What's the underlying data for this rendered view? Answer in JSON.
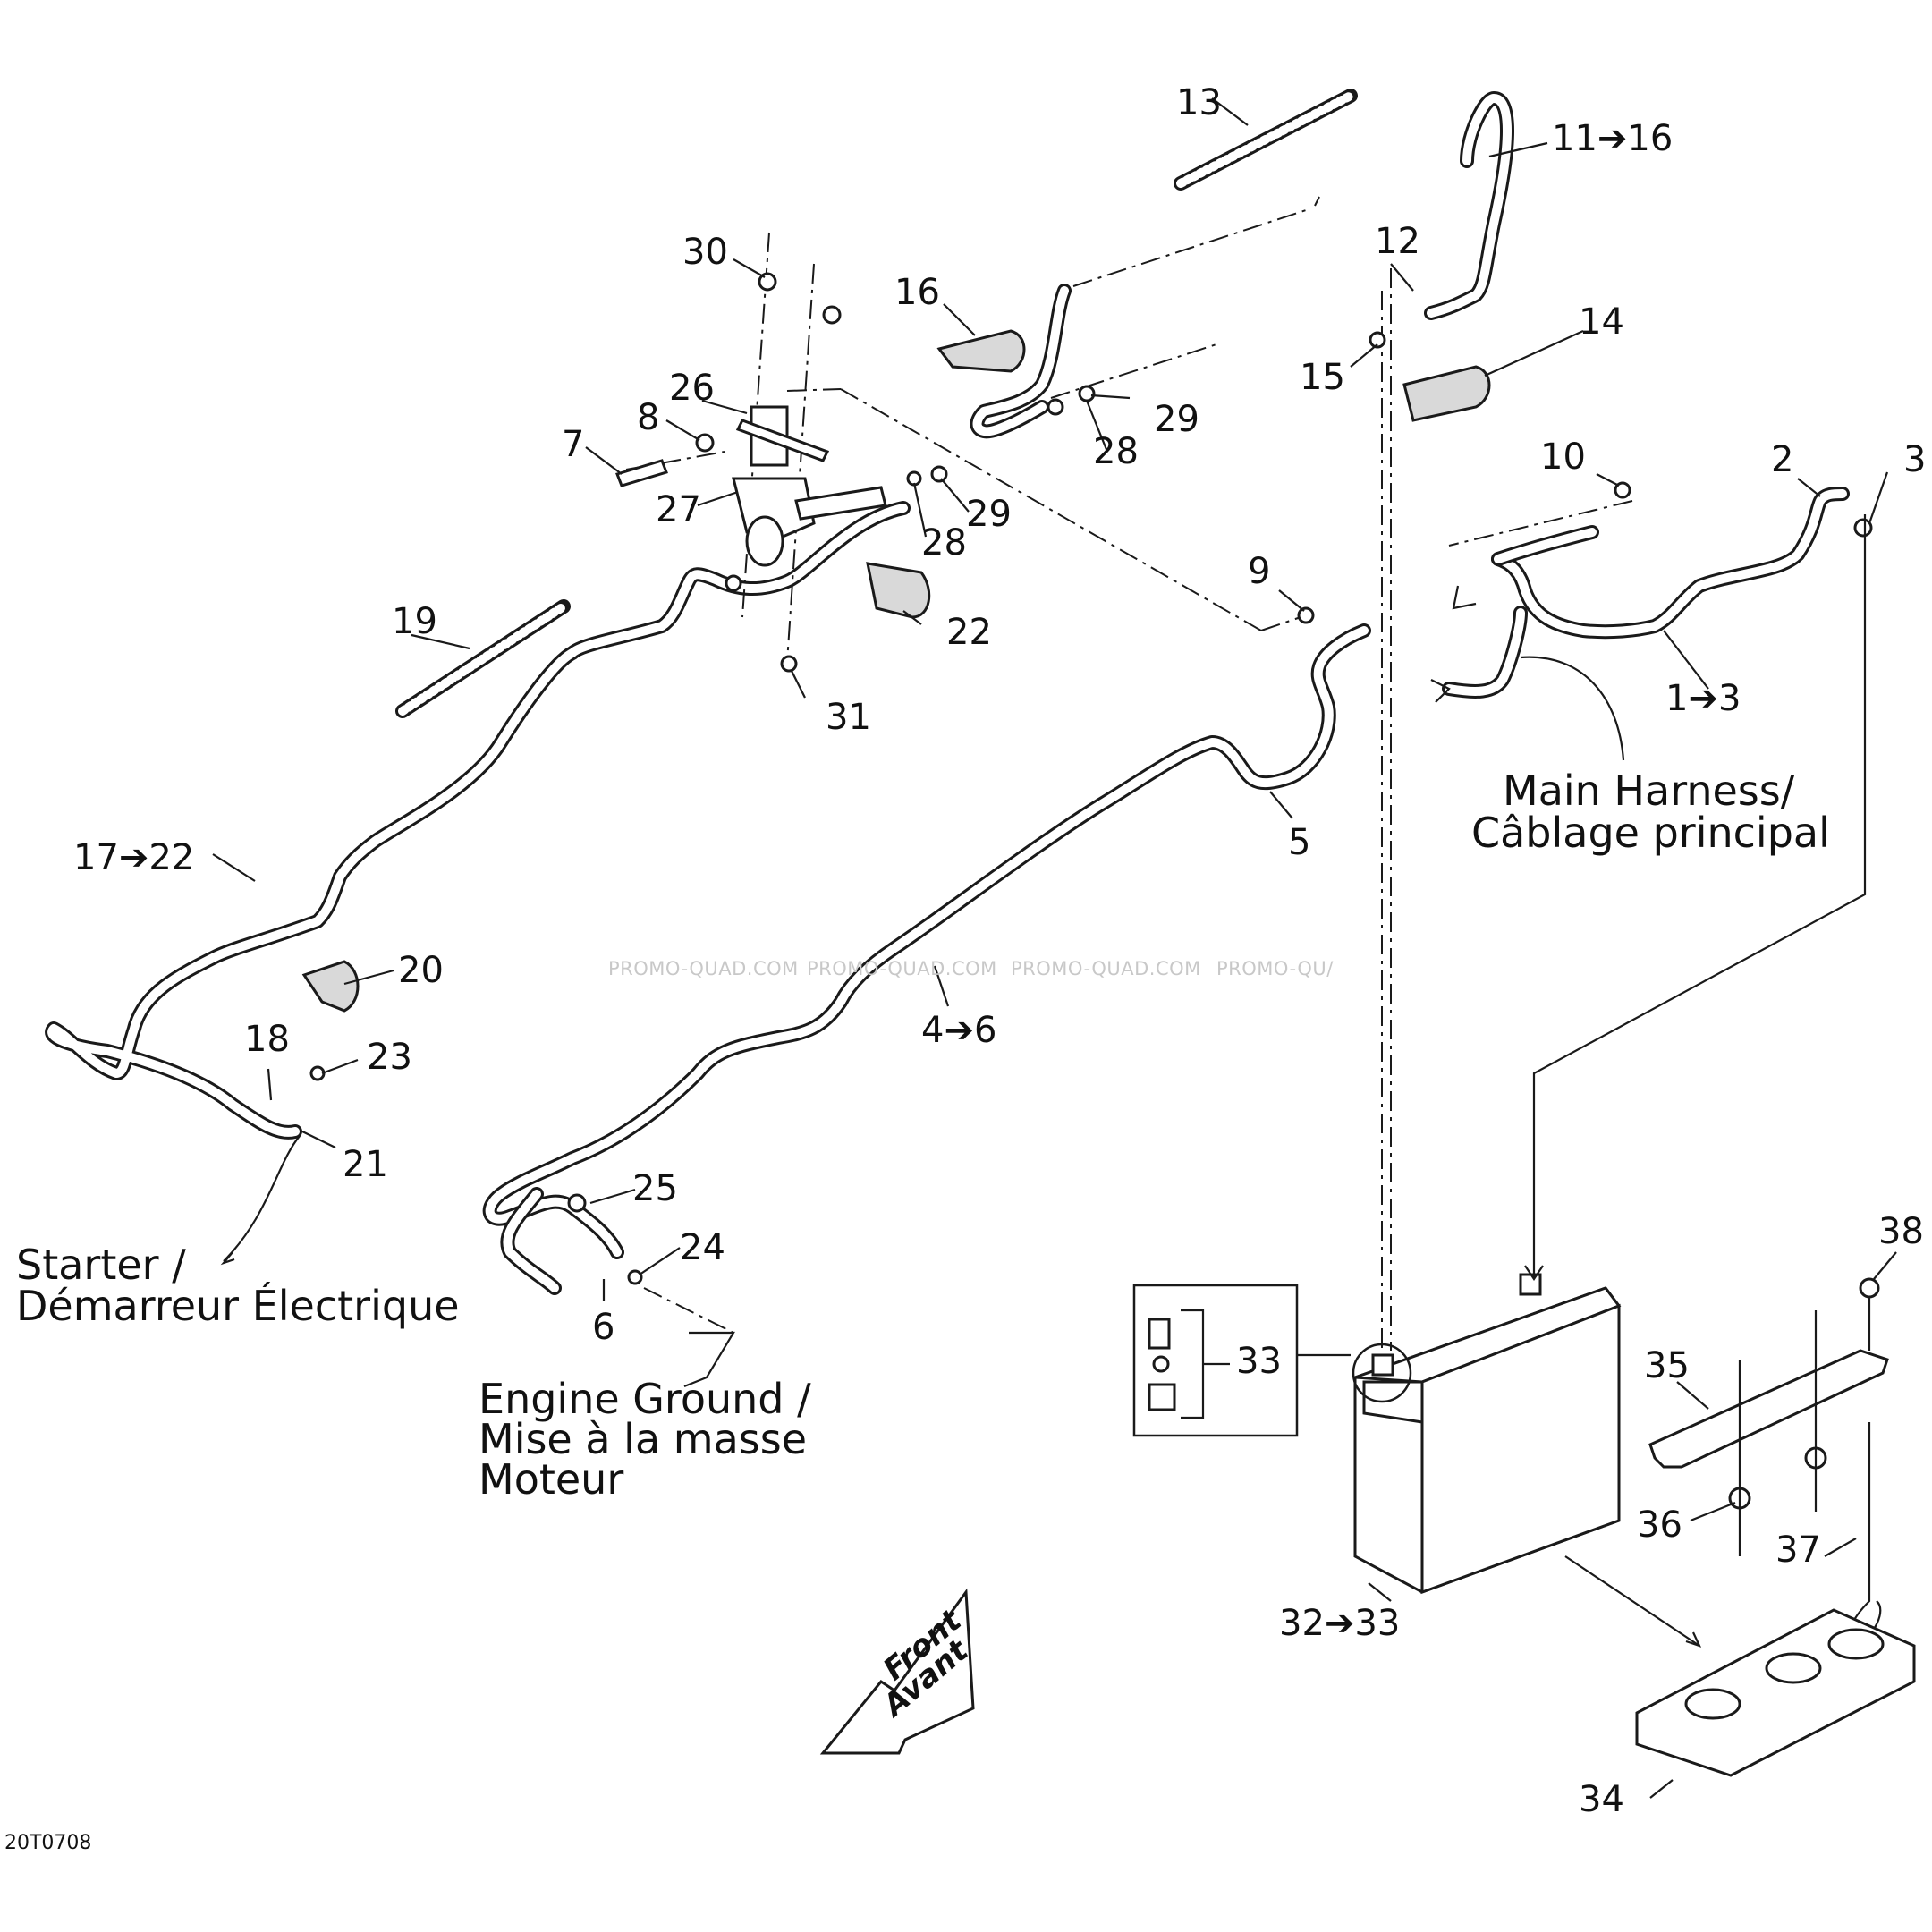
{
  "labels": {
    "n13": "13",
    "n11_16": "11➔16",
    "n12": "12",
    "n14": "14",
    "n15": "15",
    "n30": "30",
    "n16": "16",
    "n26": "26",
    "n8": "8",
    "n7": "7",
    "n27": "27",
    "n28a": "28",
    "n29a": "29",
    "n28b": "28",
    "n29b": "29",
    "n22": "22",
    "n31": "31",
    "n10": "10",
    "n2": "2",
    "n3": "3",
    "n9": "9",
    "n1_3": "1➔3",
    "n19": "19",
    "n5": "5",
    "n17_22": "17➔22",
    "n20": "20",
    "n18": "18",
    "n23": "23",
    "n21": "21",
    "n4_6": "4➔6",
    "n25": "25",
    "n24": "24",
    "n6": "6",
    "n33": "33",
    "n38": "38",
    "n35": "35",
    "n36": "36",
    "n37": "37",
    "n32_33": "32➔33",
    "n34": "34"
  },
  "captions": {
    "main_harness_1": "Main Harness/",
    "main_harness_2": "Câblage principal",
    "starter_1": "Starter /",
    "starter_2": "Démarreur Électrique",
    "ground_1": "Engine Ground /",
    "ground_2": "Mise à la masse",
    "ground_3": "Moteur",
    "front": "Front",
    "avant": "Avant"
  },
  "watermark": [
    "PROMO-QUAD.COM",
    "PROMO-QUAD.COM",
    "PROMO-QUAD.COM",
    "PROMO-QU/"
  ],
  "figure_code": "20T0708"
}
